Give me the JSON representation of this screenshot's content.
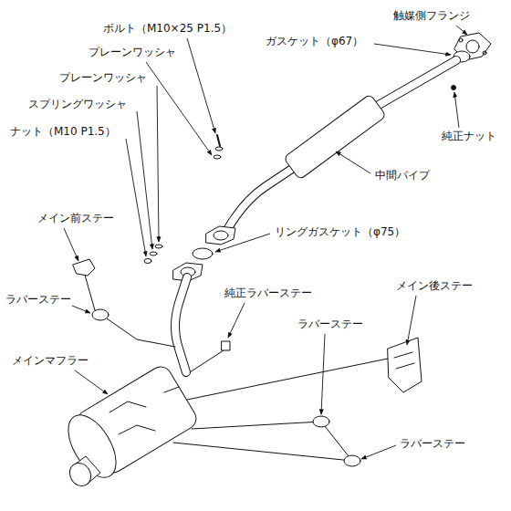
{
  "diagram": {
    "labels": [
      "ボルト（M10×25 P1.5）",
      "触媒側フランジ",
      "プレーンワッシャ",
      "ガスケット（φ67）",
      "プレーンワッシャ",
      "スプリングワッシャ",
      "ナット（M10 P1.5）",
      "純正ナット",
      "中間パイプ",
      "メイン前ステー",
      "リングガスケット（φ75）",
      "純正ラバーステー",
      "メイン後ステー",
      "ラバーステー",
      "ラバーステー",
      "メインマフラー",
      "ラバーステー"
    ]
  }
}
